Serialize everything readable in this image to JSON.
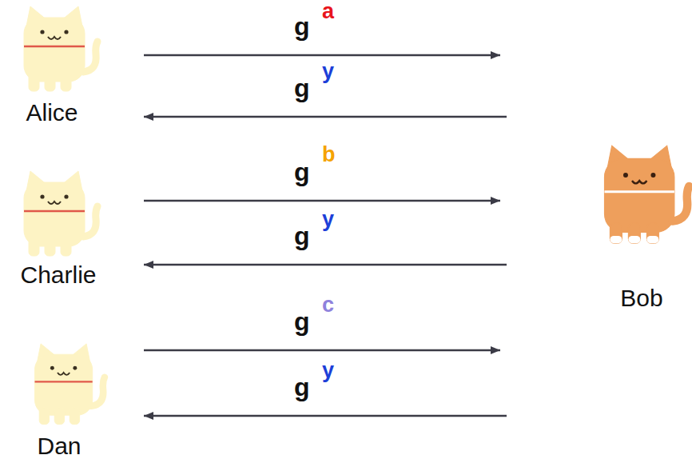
{
  "diagram": {
    "nodes": [
      {
        "text": [
          "Alice"
        ]
      },
      {
        "text": [
          "Charlie"
        ]
      },
      {
        "text": [
          "Bob"
        ]
      },
      {
        "text": [
          "Dan"
        ]
      }
    ],
    "edges": [
      {
        "from": 0,
        "to": 2,
        "arrow": "to",
        "label": "g"
      },
      {
        "from": 2,
        "to": 0,
        "arrow": "to",
        "label": "g"
      },
      {
        "from": 1,
        "to": 2,
        "arrow": "to",
        "label": "g"
      },
      {
        "from": 2,
        "to": 1,
        "arrow": "to",
        "label": "g"
      },
      {
        "from": 3,
        "to": 2,
        "arrow": "to",
        "label": "g"
      },
      {
        "from": 2,
        "to": 3,
        "arrow": "to",
        "label": "g"
      }
    ],
    "labels": [
      "a",
      "y",
      "b",
      "y",
      "c",
      "y"
    ]
  }
}
